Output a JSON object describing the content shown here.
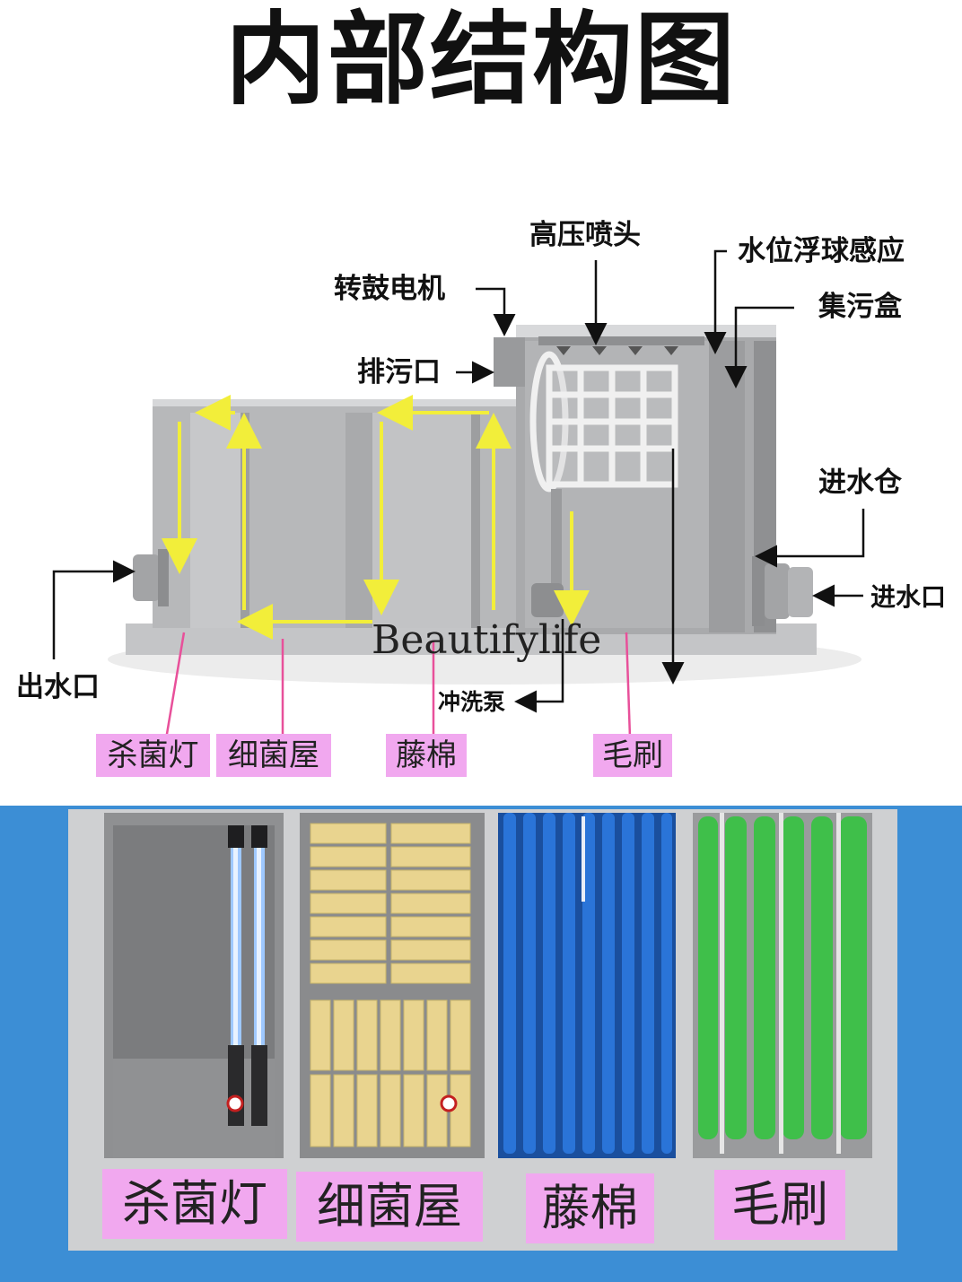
{
  "title": "内部结构图",
  "labels": {
    "high_pressure_nozzle": "高压喷头",
    "water_level_float": "水位浮球感应",
    "drum_motor": "转鼓电机",
    "dirt_box": "集污盒",
    "drain_outlet": "排污口",
    "inlet_chamber": "进水仓",
    "water_inlet": "进水口",
    "water_outlet": "出水口",
    "flush_pump": "冲洗泵"
  },
  "watermark": "Beautifylife",
  "chambers": [
    "杀菌灯",
    "细菌屋",
    "藤棉",
    "毛刷"
  ],
  "panels": [
    "杀菌灯",
    "细菌屋",
    "藤棉",
    "毛刷"
  ],
  "colors": {
    "flow_arrows": "#f2ee3a",
    "label_bg": "#f1a8ef",
    "pointer_pink": "#e8509a",
    "tank_grey": "#b9babc",
    "bottom_bg": "#3c8ed5",
    "uv_light": "#9ec8ff",
    "biohome": "#e9d48f",
    "sponge": "#1f62c4",
    "brush": "#3fbf4a"
  }
}
